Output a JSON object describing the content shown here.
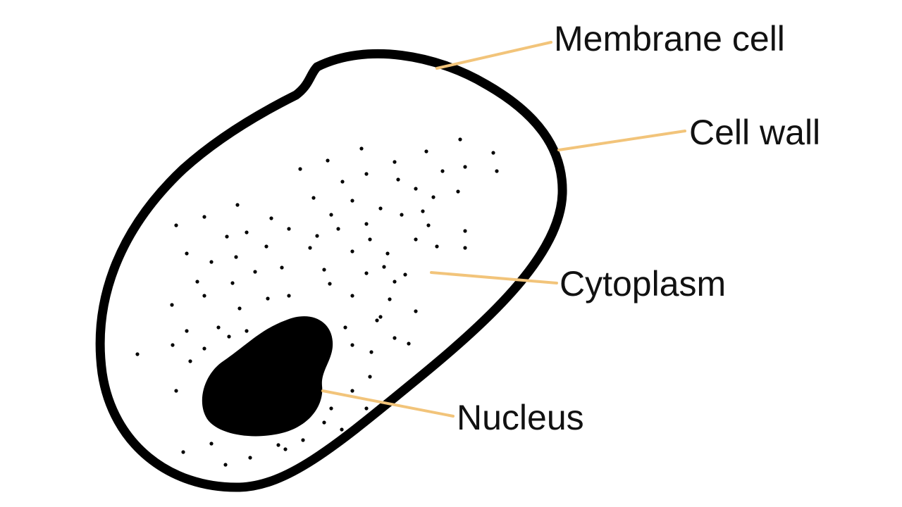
{
  "diagram": {
    "labels": {
      "membrane": "Membrane cell",
      "cell_wall": "Cell wall",
      "cytoplasm": "Cytoplasm",
      "nucleus": "Nucleus"
    }
  },
  "colors": {
    "outline": "#000000",
    "leader_line": "#f2c47a",
    "background": "#ffffff"
  }
}
